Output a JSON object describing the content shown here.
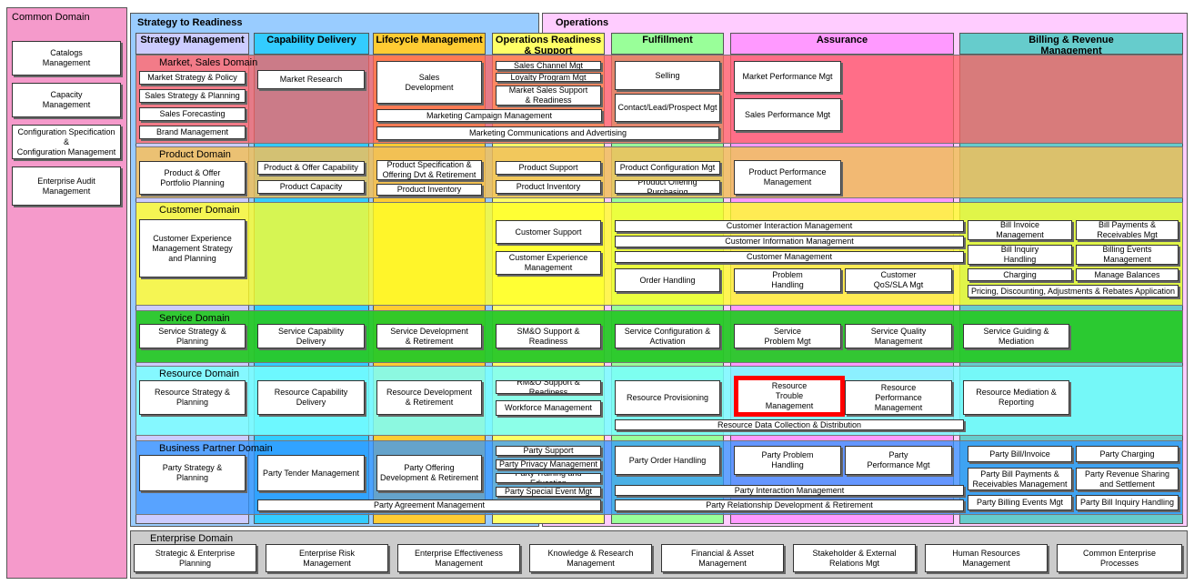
{
  "common": {
    "title": "Common Domain",
    "items": [
      "Catalogs\nManagement",
      "Capacity\nManagement",
      "Configuration Specification &\nConfiguration Management",
      "Enterprise Audit Management"
    ]
  },
  "groups": {
    "str": "Strategy to Readiness",
    "ops": "Operations"
  },
  "columns": [
    "Strategy Management",
    "Capability Delivery",
    "Lifecycle Management",
    "Operations Readiness\n& Support",
    "Fulfillment",
    "Assurance",
    "Billing & Revenue\nManagement"
  ],
  "domains": {
    "market": "Market, Sales Domain",
    "product": "Product Domain",
    "customer": "Customer Domain",
    "service": "Service Domain",
    "resource": "Resource Domain",
    "partner": "Business Partner Domain",
    "enterprise": "Enterprise Domain"
  },
  "market": {
    "strategy_policy": "Market Strategy & Policy",
    "sales_strategy": "Sales Strategy & Planning",
    "sales_forecasting": "Sales Forecasting",
    "brand": "Brand Management",
    "research": "Market Research",
    "sales_dev": "Sales\nDevelopment",
    "campaign": "Marketing Campaign Management",
    "comms": "Marketing Communications and Advertising",
    "channel": "Sales Channel Mgt",
    "loyalty": "Loyalty Program Mgt",
    "sales_support": "Market Sales Support\n& Readiness",
    "selling": "Selling",
    "contact": "Contact/Lead/Prospect Mgt",
    "perf": "Market Performance Mgt",
    "sales_perf": "Sales Performance Mgt"
  },
  "product": {
    "portfolio": "Product & Offer\nPortfolio Planning",
    "capability": "Product & Offer Capability",
    "capacity": "Product Capacity",
    "spec": "Product Specification &\nOffering Dvt & Retirement",
    "inventory_lc": "Product Inventory",
    "support": "Product Support",
    "inventory_ops": "Product Inventory",
    "config": "Product Configuration Mgt",
    "purchasing": "Product Offering Purchasing",
    "perf": "Product Performance\nManagement"
  },
  "customer": {
    "experience_strategy": "Customer Experience\nManagement Strategy\nand Planning",
    "support": "Customer Support",
    "experience_mgmt": "Customer Experience\nManagement",
    "interaction": "Customer Interaction Management",
    "information": "Customer Information Management",
    "management": "Customer Management",
    "order": "Order Handling",
    "problem": "Problem\nHandling",
    "qos": "Customer\nQoS/SLA Mgt",
    "bill_invoice": "Bill Invoice\nManagement",
    "bill_payments": "Bill Payments &\nReceivables Mgt",
    "bill_inquiry": "Bill Inquiry\nHandling",
    "billing_events": "Billing Events\nManagement",
    "charging": "Charging",
    "balances": "Manage Balances",
    "pricing": "Pricing, Discounting, Adjustments & Rebates Application"
  },
  "service": {
    "strategy": "Service Strategy &\nPlanning",
    "capability": "Service Capability\nDelivery",
    "development": "Service Development\n& Retirement",
    "smo": "SM&O Support &\nReadiness",
    "config": "Service Configuration &\nActivation",
    "problem": "Service\nProblem Mgt",
    "quality": "Service Quality\nManagement",
    "guiding": "Service Guiding &\nMediation"
  },
  "resource": {
    "strategy": "Resource Strategy &\nPlanning",
    "capability": "Resource Capability\nDelivery",
    "development": "Resource Development\n& Retirement",
    "rmo": "RM&O Support & Readiness",
    "workforce": "Workforce Management",
    "provisioning": "Resource Provisioning",
    "trouble": "Resource\nTrouble\nManagement",
    "performance": "Resource\nPerformance\nManagement",
    "mediation": "Resource Mediation &\nReporting",
    "data_collection": "Resource Data Collection & Distribution"
  },
  "partner": {
    "strategy": "Party Strategy &\nPlanning",
    "tender": "Party Tender Management",
    "offering": "Party Offering\nDevelopment & Retirement",
    "agreement": "Party Agreement Management",
    "support": "Party Support",
    "privacy": "Party Privacy Management",
    "training": "Party Training and Education",
    "special_event": "Party Special Event Mgt",
    "order": "Party Order Handling",
    "problem": "Party Problem\nHandling",
    "performance": "Party\nPerformance Mgt",
    "interaction": "Party Interaction Management",
    "relationship": "Party Relationship Development & Retirement",
    "bill_invoice": "Party Bill/Invoice",
    "charging": "Party Charging",
    "bill_payments": "Party Bill Payments &\nReceivables Management",
    "revenue_sharing": "Party Revenue Sharing\nand Settlement",
    "billing_events": "Party Billing Events Mgt",
    "bill_inquiry": "Party Bill Inquiry Handling"
  },
  "enterprise": {
    "items": [
      "Strategic & Enterprise\nPlanning",
      "Enterprise Risk\nManagement",
      "Enterprise Effectiveness\nManagement",
      "Knowledge & Research\nManagement",
      "Financial & Asset\nManagement",
      "Stakeholder & External\nRelations Mgt",
      "Human Resources\nManagement",
      "Common Enterprise\nProcesses"
    ]
  },
  "colors": {
    "common": "#f59acb",
    "strategy_group": "#99ccff",
    "operations_group": "#ffccff",
    "col_strategy": "#ccccff",
    "col_capability": "#33ccff",
    "col_lifecycle": "#ffcc33",
    "col_ops_readiness": "#ffff66",
    "col_fulfillment": "#99ff99",
    "col_assurance": "#ff99ff",
    "col_billing": "#66cccc",
    "market": "#ff8080",
    "product": "#f5cc66",
    "customer": "#ffff33",
    "service": "#33cc33",
    "resource": "#66ffff",
    "partner": "#3399ff",
    "enterprise": "#cccccc",
    "highlight": "#ff0000"
  }
}
